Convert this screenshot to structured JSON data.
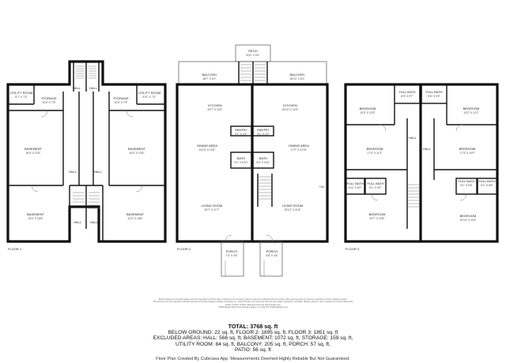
{
  "floors": [
    {
      "label": "FLOOR 1"
    },
    {
      "label": "FLOOR 2"
    },
    {
      "label": "FLOOR 3"
    }
  ],
  "rooms": {
    "utility_l": {
      "name": "UTILITY ROOM",
      "dims": "5'7\" X 7'4\""
    },
    "storage_l": {
      "name": "STORAGE",
      "dims": "10'6\" X 7'9\""
    },
    "storage_r": {
      "name": "STORAGE",
      "dims": "10'5\" X 7'9\""
    },
    "utility_r": {
      "name": "UTILITY ROOM",
      "dims": "5'11\" X 7'4\""
    },
    "basement_l": {
      "name": "BASEMENT",
      "dims": "16'0\" X 22'6\""
    },
    "basement_r": {
      "name": "BASEMENT",
      "dims": "16'4\" X 22'6\""
    },
    "basement_bl": {
      "name": "BASEMENT",
      "dims": "13'2\" X 15'8\""
    },
    "basement_br": {
      "name": "BASEMENT",
      "dims": "12'4\" X 15'8\""
    },
    "hall1_a": "HALL",
    "hall1_b": "HALL",
    "hall1_c": "HALL",
    "hall1_d": "HALL",
    "hall1_e": "HALL",
    "hall1_f": "HALL",
    "patio": {
      "name": "PATIO",
      "dims": "8'11\" X 6'3\""
    },
    "balcony_l": {
      "name": "BALCONY",
      "dims": "18'7\" X 8'1\""
    },
    "balcony_r": {
      "name": "BALCONY",
      "dims": "18'10\" X 8'1\""
    },
    "kitchen_l": {
      "name": "KITCHEN",
      "dims": "20'7\" X 10'9\""
    },
    "kitchen_r": {
      "name": "KITCHEN",
      "dims": "20'10\" X 10'3\""
    },
    "pantry_l": {
      "name": "PANTRY",
      "dims": "3'1\" X 2'4\""
    },
    "pantry_r": {
      "name": "PANTRY",
      "dims": "3'1\" X 2'2\""
    },
    "dining_l": {
      "name": "DINING AREA",
      "dims": "14'10\" X 12'6\""
    },
    "dining_r": {
      "name": "DINING AREA",
      "dims": "17'2\" X 12'10\""
    },
    "bath_l": {
      "name": "BATH",
      "dims": "5'1\" X 6'10\""
    },
    "bath_r": {
      "name": "BATH",
      "dims": "5'0\" X 6'10\""
    },
    "living_l": {
      "name": "LIVING ROOM",
      "dims": "20'7\" X 21'7\""
    },
    "living_r": {
      "name": "LIVING ROOM",
      "dims": "20'10\" X 21'8\""
    },
    "porch_l": {
      "name": "PORCH",
      "dims": "7'0\" X 4'6\""
    },
    "porch_r": {
      "name": "PORCH",
      "dims": "5'8\" X 4'6\""
    },
    "tnu": "TNU",
    "bed_tl": {
      "name": "BEDROOM",
      "dims": "13'0\" X 12'5\""
    },
    "fullbath_tl": {
      "name": "FULL BATH",
      "dims": "8'5\" X 5'7\""
    },
    "fullbath_tr": {
      "name": "FULL BATH",
      "dims": "8'6\" X 5'9\""
    },
    "bed_tr": {
      "name": "BEDROOM",
      "dims": "13'2\" X 12'1\""
    },
    "bed_ml": {
      "name": "BEDROOM",
      "dims": "17'0\" X 11'2\""
    },
    "bed_mr": {
      "name": "BEDROOM",
      "dims": "17'3\" X 10'9\""
    },
    "fullbath_bl1": {
      "name": "FULL BATH",
      "dims": "4'11\" X 8'2\""
    },
    "fullbath_bl2": {
      "name": "FULL BATH",
      "dims": "5'1\" X 8'2\""
    },
    "fullbath_br1": {
      "name": "FULL BATH",
      "dims": "5'1\" X 8'6\""
    },
    "fullbath_br2": {
      "name": "FULL BATH",
      "dims": "5'1\" X 8'6\""
    },
    "bed_bl": {
      "name": "BEDROOM",
      "dims": "20'7\" X 10'8\""
    },
    "bed_br": {
      "name": "BEDROOM",
      "dims": "20'10\" X 11'5\""
    },
    "hall3_a": "HALL",
    "hall3_b": "HALL"
  },
  "summary": {
    "total": "TOTAL: 3768 sq. ft",
    "line1": "BELOW GROUND: 22 sq. ft, FLOOR 2: 1895 sq. ft, FLOOR 3: 1851 sq. ft",
    "line2": "EXCLUDED AREAS: HALL: 566 sq. ft, BASEMENT: 1072 sq. ft, STORAGE: 159 sq. ft,",
    "line3": "UTILITY ROOM: 84 sq. ft, BALCONY: 205 sq. ft, PORCH: 57 sq. ft,",
    "line4": "PATIO: 56 sq. ft"
  },
  "disclaimer": [
    "Rhode Island Commercial Imaging and the copyright to all floor plans created by our company. Clients receive an individual license for floor plans and may also be used by purchaser for their marketing needs.",
    "This document is the copyright of Rhode Island Commercial Imaging; created exclusively for: south Provider. Any other use than as may violate; reproduce, republish, display, present, sell, or transfer its content without the written consent of RICI. Measurements are approximate only.",
    "©2025 Rhode Island Commercial Imaging, LLC 401-677-IPHPCIMaging.com"
  ],
  "footer": "Floor Plan Created By Cubicasa App. Measurements Deemed Highly Reliable But Not Guaranteed."
}
